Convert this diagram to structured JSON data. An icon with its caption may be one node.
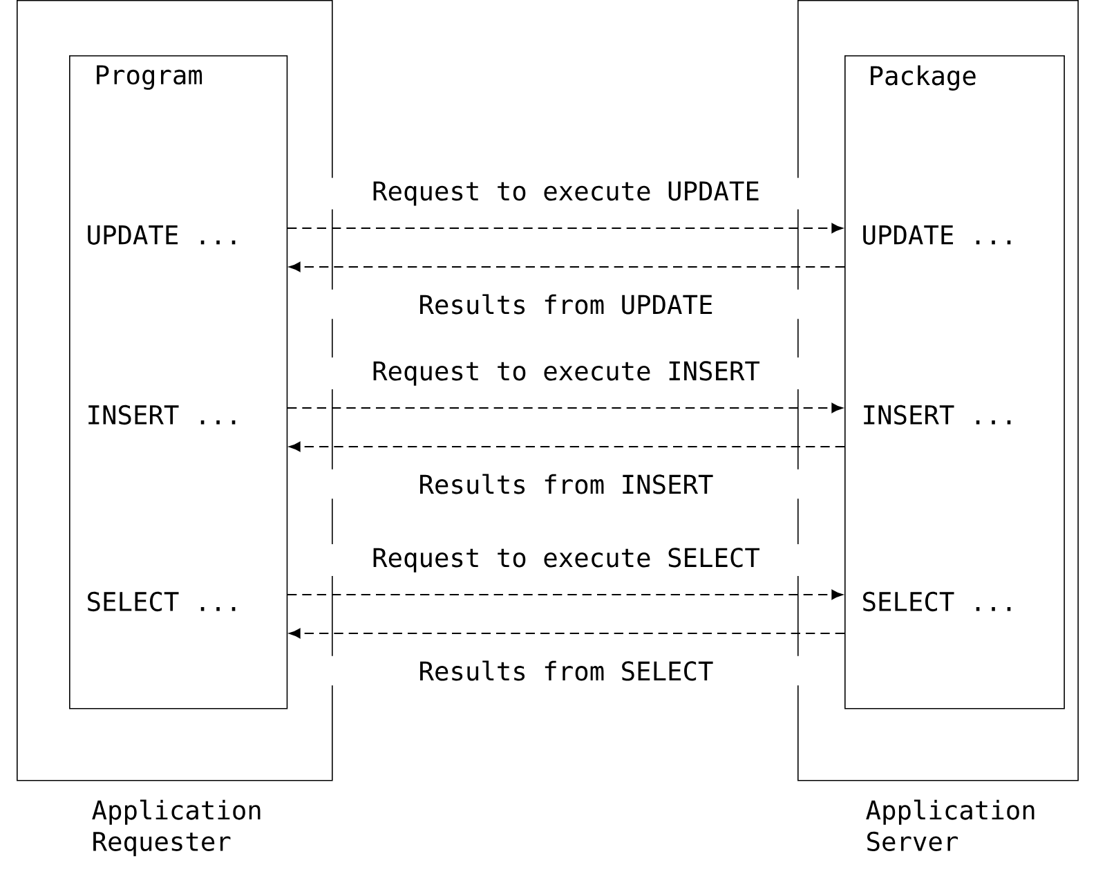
{
  "diagram": {
    "nodes": [
      {
        "text": [
          "Application Requester"
        ]
      },
      {
        "text": [
          "Program"
        ],
        "in": 0
      },
      {
        "text": [
          "UPDATE ..."
        ],
        "in": 1
      },
      {
        "text": [
          "INSERT ..."
        ],
        "in": 1
      },
      {
        "text": [
          "SELECT ..."
        ],
        "in": 1
      },
      {
        "text": [
          "Application Server"
        ]
      },
      {
        "text": [
          "Package"
        ],
        "in": 5
      },
      {
        "text": [
          "UPDATE ..."
        ],
        "in": 6
      },
      {
        "text": [
          "INSERT ..."
        ],
        "in": 6
      },
      {
        "text": [
          "SELECT ..."
        ],
        "in": 6
      }
    ],
    "edges": [
      {
        "from": 2,
        "to": 7,
        "arrow": "to",
        "label": "Request to execute UPDATE",
        "style": "dashed"
      },
      {
        "from": 7,
        "to": 2,
        "arrow": "to",
        "label": "Results from UPDATE",
        "style": "dashed"
      },
      {
        "from": 3,
        "to": 8,
        "arrow": "to",
        "label": "Request to execute INSERT",
        "style": "dashed"
      },
      {
        "from": 8,
        "to": 3,
        "arrow": "to",
        "label": "Results from INSERT",
        "style": "dashed"
      },
      {
        "from": 4,
        "to": 9,
        "arrow": "to",
        "label": "Request to execute SELECT",
        "style": "dashed"
      },
      {
        "from": 9,
        "to": 4,
        "arrow": "to",
        "label": "Results from SELECT",
        "style": "dashed"
      }
    ]
  }
}
